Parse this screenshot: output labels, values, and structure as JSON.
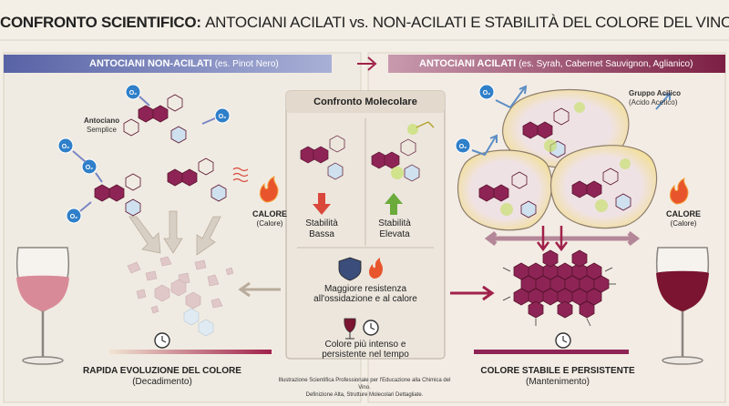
{
  "title": {
    "bold": "CONFRONTO SCIENTIFICO:",
    "rest": "ANTOCIANI ACILATI vs. NON-ACILATI E STABILITÀ DEL COLORE DEL VINO"
  },
  "left_panel": {
    "header": "ANTOCIANI NON-ACILATI",
    "header_example": "(es. Pinot Nero)",
    "molecule_label_1": "Antociano",
    "molecule_label_2": "Semplice",
    "oxygen_label": "O₂",
    "heat_label": "CALORE",
    "heat_sub": "(Calore)",
    "footer_title": "RAPIDA EVOLUZIONE DEL COLORE",
    "footer_sub": "(Decadimento)"
  },
  "right_panel": {
    "header": "ANTOCIANI ACILATI",
    "header_example": "(es. Syrah, Cabernet Sauvignon, Aglianico)",
    "acyl_label_1": "Gruppo Acilico",
    "acyl_label_2": "(Acido Acetico)",
    "oxygen_label": "O₂",
    "heat_label": "CALORE",
    "heat_sub": "(Calore)",
    "footer_title": "COLORE STABILE E PERSISTENTE",
    "footer_sub": "(Mantenimento)"
  },
  "center": {
    "title": "Confronto Molecolare",
    "low_1": "Stabilità",
    "low_2": "Bassa",
    "high_1": "Stabilità",
    "high_2": "Elevata",
    "resist_1": "Maggiore resistenza",
    "resist_2": "all'ossidazione e al calore",
    "color_1": "Colore più intenso e",
    "color_2": "persistente nel tempo",
    "caption_1": "Illustrazione Scientifica Professionale per l'Educazione alla Chimica del Vino.",
    "caption_2": "Definizione Alta, Strutture Molecolari Dettagliate."
  },
  "colors": {
    "left_header": "#6a76b4",
    "right_header": "#8a2a4e",
    "molecule": "#8e2455",
    "ring_blue": "#cfe0ee",
    "oxygen": "#2f7fc9",
    "wine_light": "#d98a98",
    "wine_dark": "#7a1430",
    "green": "#6bab3c",
    "red": "#d9483a"
  }
}
